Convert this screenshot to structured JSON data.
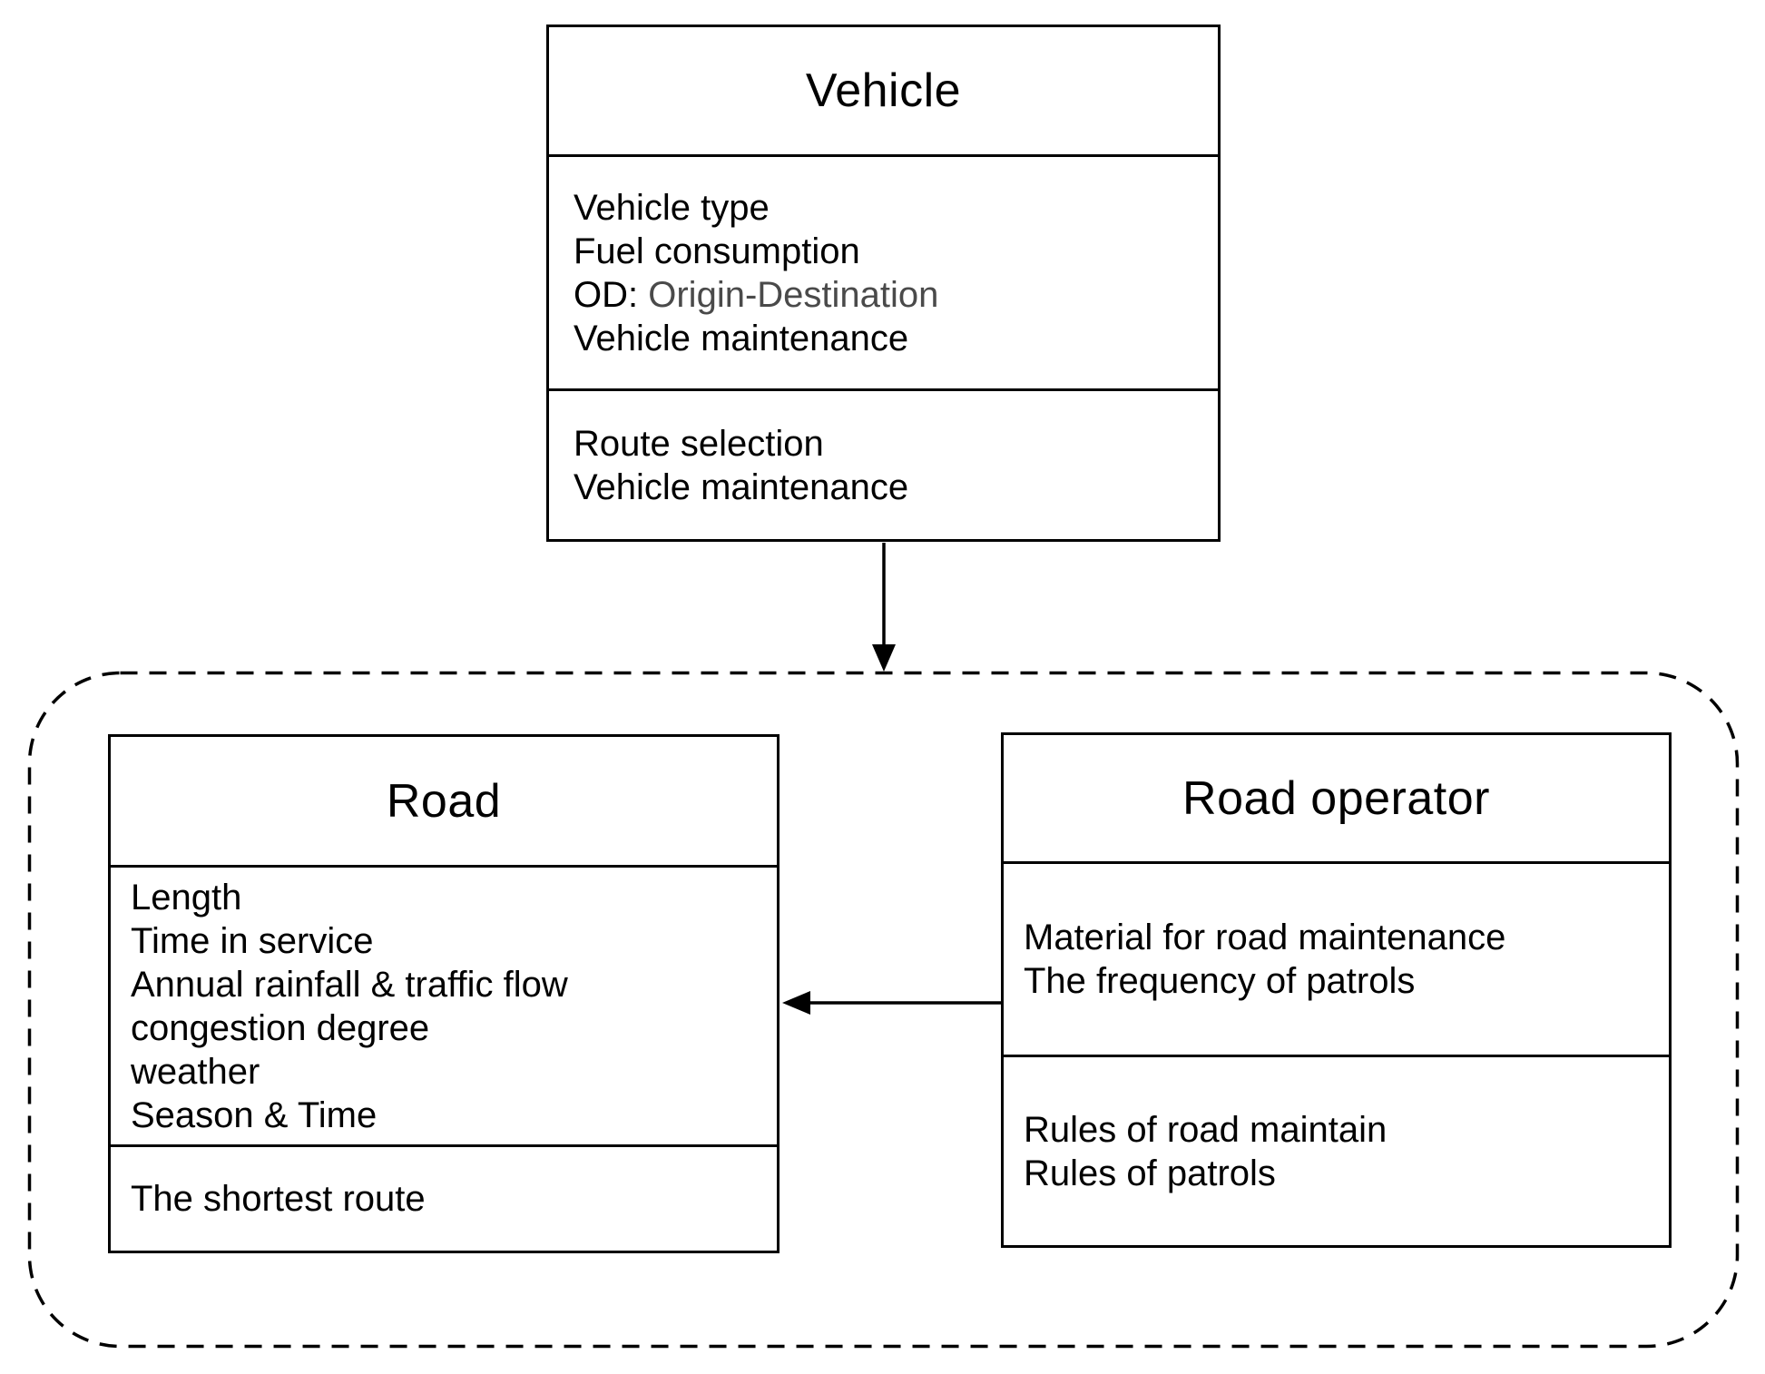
{
  "colors": {
    "line": "#000000",
    "text": "#000000",
    "muted_text": "#4a4a4a",
    "background": "#ffffff"
  },
  "vehicle": {
    "title": "Vehicle",
    "attributes": {
      "line1": "Vehicle type",
      "line2": "Fuel consumption",
      "line3_prefix": "OD:",
      "line3_suffix": "Origin-Destination",
      "line4": "Vehicle maintenance"
    },
    "operations": {
      "line1": "Route selection",
      "line2": "Vehicle maintenance"
    }
  },
  "road": {
    "title": "Road",
    "attributes": {
      "line1": "Length",
      "line2": "Time in service",
      "line3": "Annual rainfall & traffic flow",
      "line4": "congestion degree",
      "line5": "weather",
      "line6": "Season & Time"
    },
    "operations": {
      "line1": "The shortest route"
    }
  },
  "road_operator": {
    "title": "Road operator",
    "attributes": {
      "line1": "Material for road maintenance",
      "line2": "The frequency of patrols"
    },
    "operations": {
      "line1": "Rules of road maintain",
      "line2": "Rules of patrols"
    }
  },
  "relations": [
    {
      "from": "Vehicle",
      "to": "road-environment-group",
      "type": "solid-arrow-down"
    },
    {
      "from": "Road operator",
      "to": "Road",
      "type": "solid-arrow-left"
    }
  ]
}
